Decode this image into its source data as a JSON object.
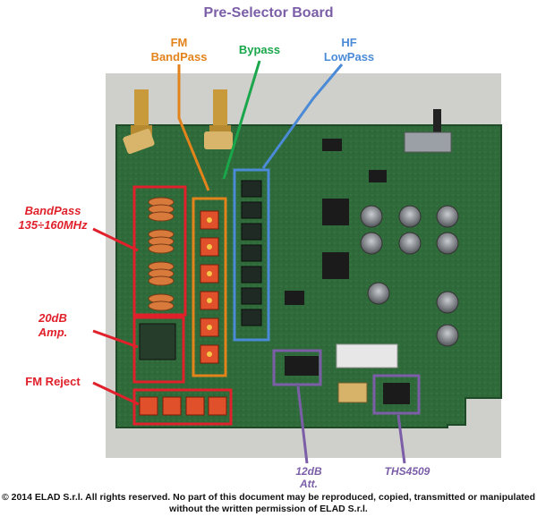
{
  "title": "Pre-Selector Board",
  "labels": {
    "fm_line1": "FM",
    "fm_line2": "BandPass",
    "bypass": "Bypass",
    "hf_line1": "HF",
    "hf_line2": "LowPass",
    "bandpass_line1": "BandPass",
    "bandpass_line2": "135÷160MHz",
    "amp_line1": "20dB",
    "amp_line2": "Amp.",
    "fm_reject": "FM Reject",
    "att_line1": "12dB",
    "att_line2": "Att.",
    "ths": "THS4509"
  },
  "copyright": {
    "line1": "© 2014 ELAD S.r.l. All rights reserved. No part of this document may be reproduced, copied, transmitted or manipulated",
    "line2": "without the written permission of ELAD S.r.l."
  },
  "colors": {
    "title": "#7b5ea7",
    "fm_bandpass": "#e3831b",
    "bypass": "#1aa64a",
    "hf_lowpass": "#4b8ad6",
    "red_labels": "#e0202a",
    "purple_labels": "#7b5ea7",
    "board": "#2f6a3a"
  }
}
